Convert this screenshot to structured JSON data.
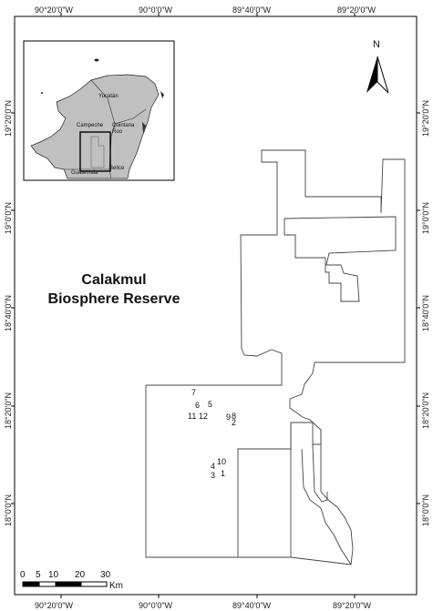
{
  "map": {
    "title_line1": "Calakmul",
    "title_line2": "Biosphere Reserve",
    "north_label": "N",
    "top_ticks": [
      "90°20'0\"W",
      "90°0'0\"W",
      "89°40'0\"W",
      "89°20'0\"W"
    ],
    "bottom_ticks": [
      "90°20'0\"W",
      "90°0'0\"W",
      "89°40'0\"W",
      "89°20'0\"W"
    ],
    "left_ticks": [
      "19°20'0\"N",
      "19°0'0\"N",
      "18°40'0\"N",
      "18°20'0\"N",
      "18°0'0\"N"
    ],
    "right_ticks": [
      "19°20'0\"N",
      "19°0'0\"N",
      "18°40'0\"N",
      "18°20'0\"N",
      "18°0'0\"N"
    ],
    "sites": [
      "1",
      "2",
      "3",
      "4",
      "5",
      "6",
      "7",
      "8",
      "9",
      "10",
      "11",
      "12"
    ],
    "scale": {
      "ticks": [
        "0",
        "5",
        "10",
        "20",
        "30"
      ],
      "unit": "Km"
    },
    "inset": {
      "labels": [
        "Yucatán",
        "Campeche",
        "Quintana",
        "Roo",
        "Guatemala",
        "Belice"
      ]
    },
    "colors": {
      "land": "#c0c0c0",
      "boundary": "#444444",
      "frame": "#000000"
    }
  }
}
